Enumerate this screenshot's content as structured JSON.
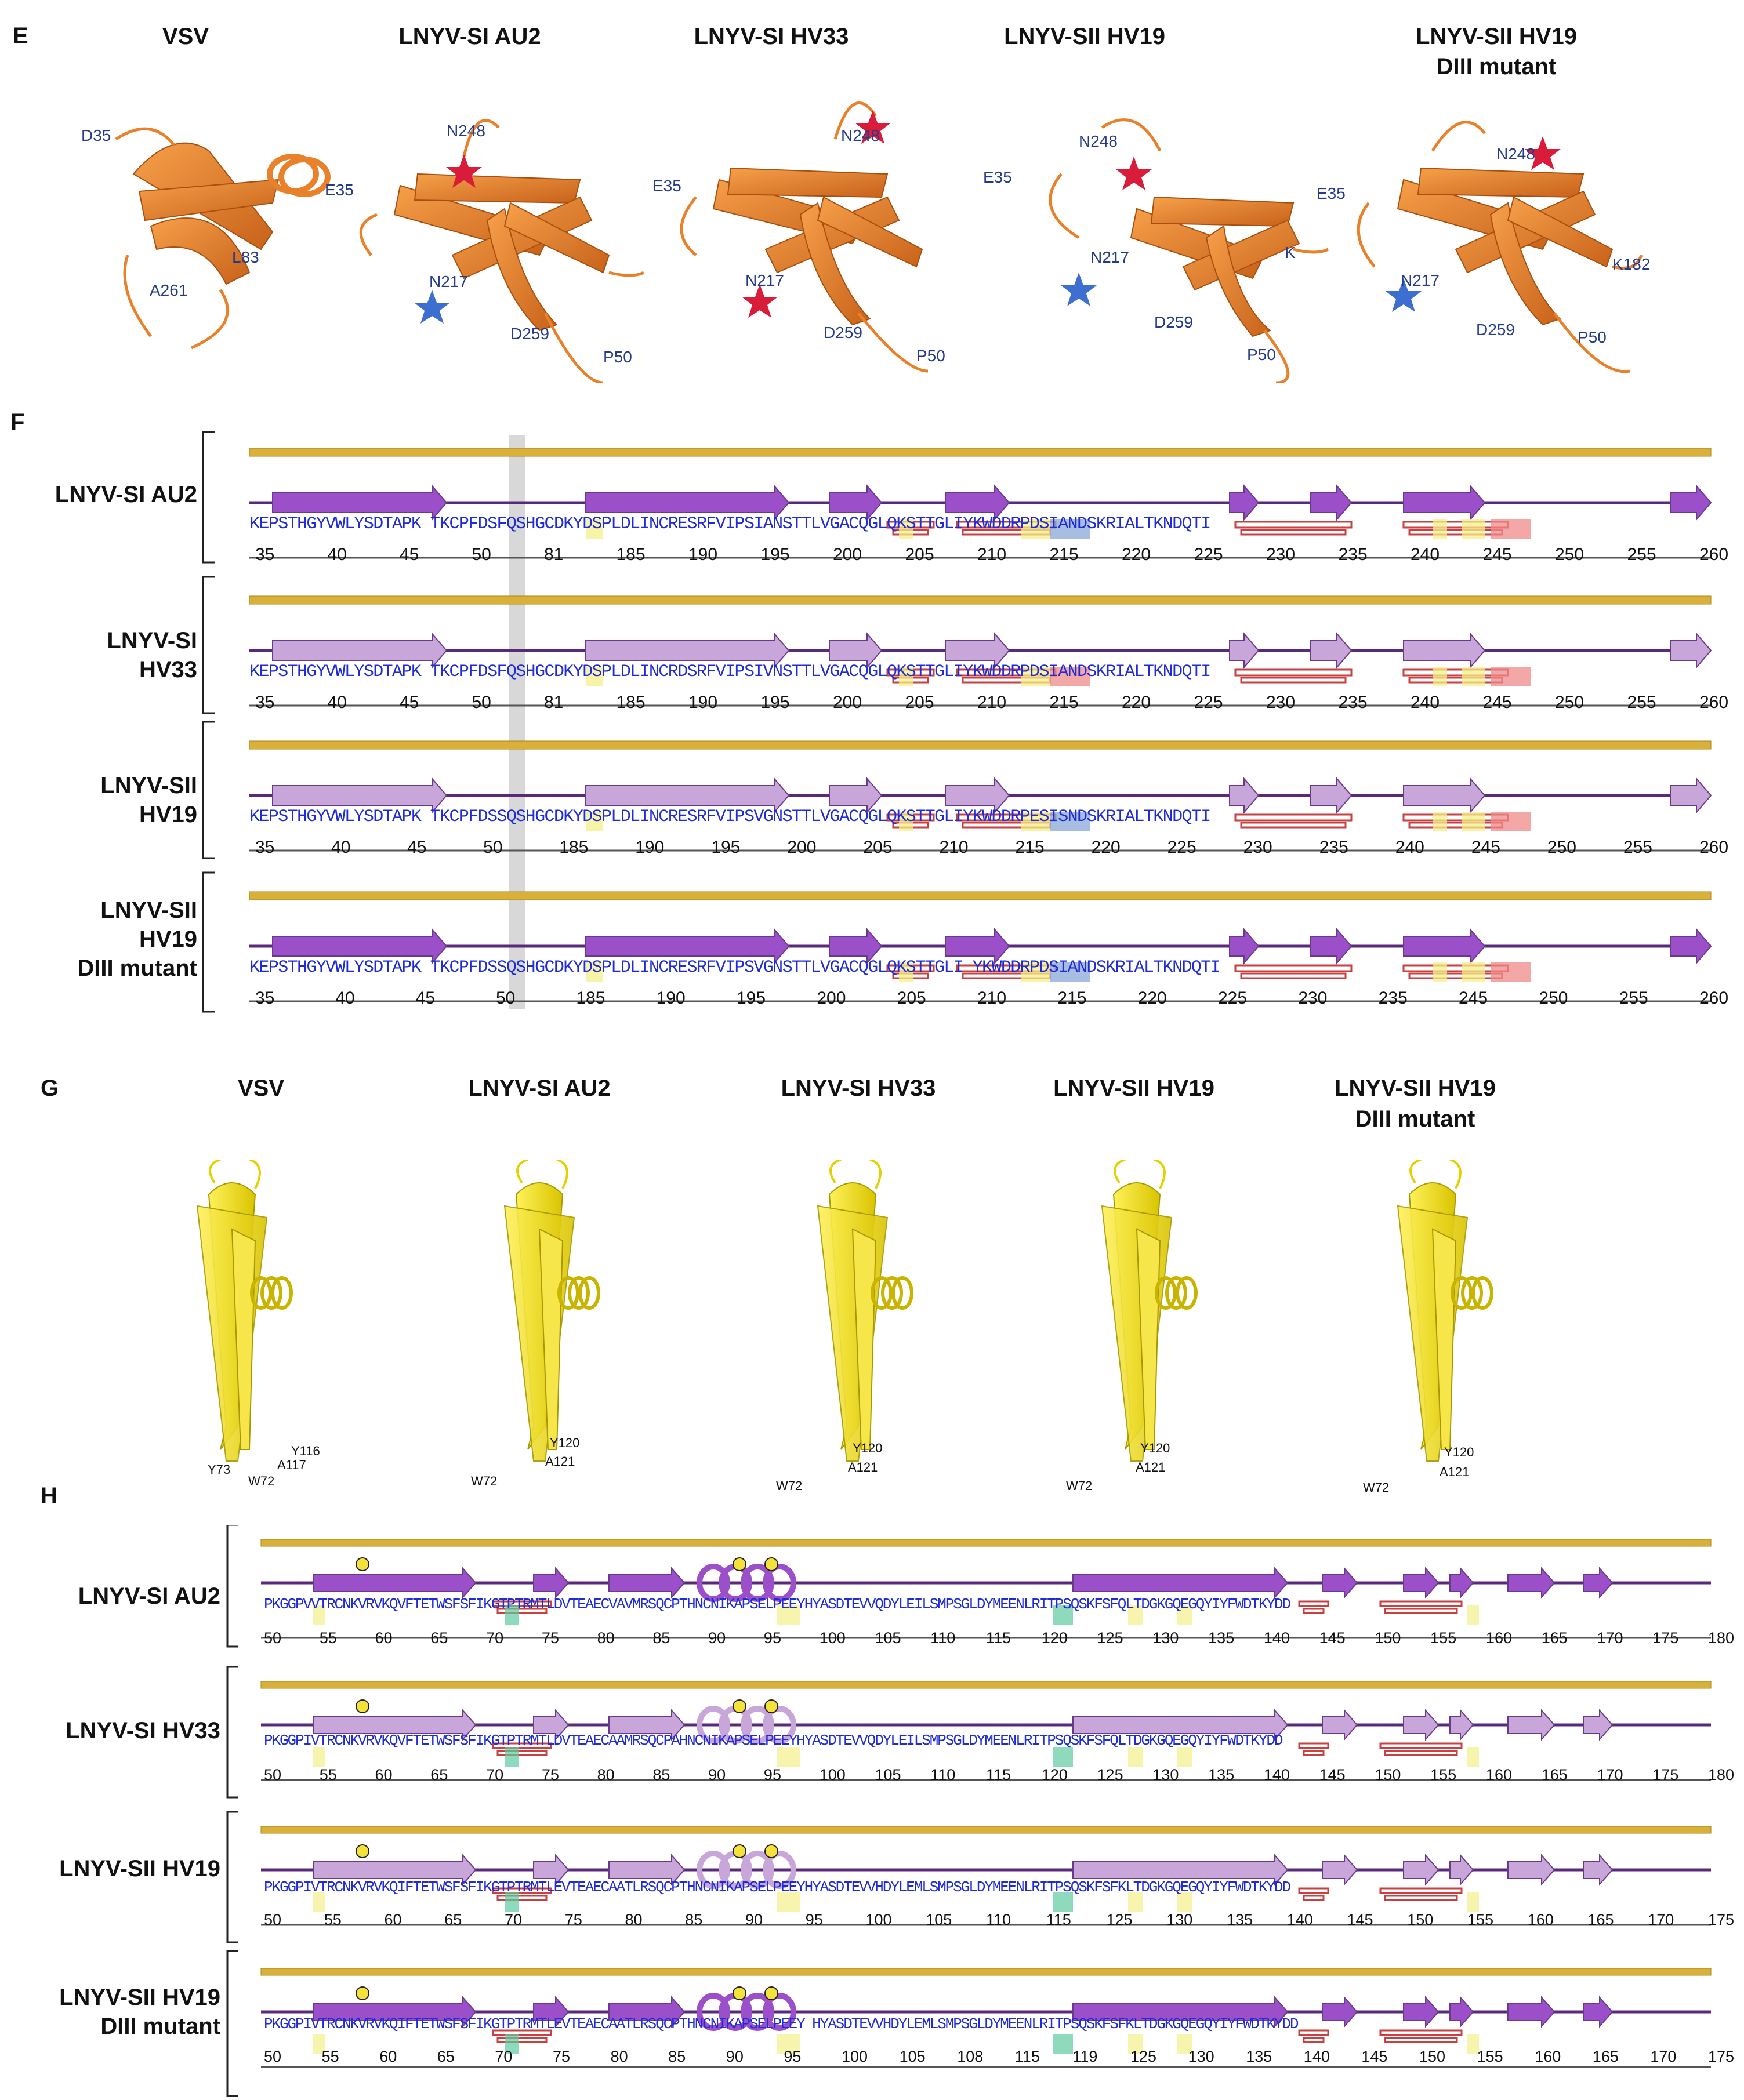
{
  "panels": {
    "E": {
      "letter": "E",
      "titles": [
        "VSV",
        "LNYV-SI AU2",
        "LNYV-SI HV33",
        "LNYV-SII HV19",
        "LNYV-SII HV19",
        "DIII mutant"
      ],
      "labels": {
        "vsv": [
          "D35",
          "L83",
          "A261"
        ],
        "au2": [
          "N248",
          "E35",
          "N217",
          "D259",
          "P50"
        ],
        "hv33": [
          "N248",
          "E35",
          "N217",
          "D259",
          "P50"
        ],
        "hv19": [
          "N248",
          "E35",
          "N217",
          "D259",
          "P50",
          "K"
        ],
        "mut": [
          "N248",
          "E35",
          "K182",
          "N217",
          "D259",
          "P50"
        ]
      }
    },
    "F": {
      "letter": "F",
      "rows": [
        {
          "label": [
            "LNYV-SI AU2"
          ],
          "seq": "KEPSTHGYVWLYSDTAPK TKCPFDSFQSHGCDKYDSPLDLINCRESRFVIPSIANSTTLVGACQGLQKSTTGLIYKWDDRPDSIANDSKRIALTKNDQTI",
          "nums": [
            "35",
            "40",
            "45",
            "50",
            "81",
            "185",
            "190",
            "195",
            "200",
            "205",
            "210",
            "215",
            "220",
            "225",
            "230",
            "235",
            "240",
            "245",
            "250",
            "255",
            "260"
          ]
        },
        {
          "label": [
            "LNYV-SI",
            "HV33"
          ],
          "seq": "KEPSTHGYVWLYSDTAPK TKCPFDSFQSHGCDKYDSPLDLINCRDSRFVIPSIVNSTTLVGACQGLQKSTTGLIYKWDDRPDSIANDSKRIALTKNDQTI",
          "nums": [
            "35",
            "40",
            "45",
            "50",
            "81",
            "185",
            "190",
            "195",
            "200",
            "205",
            "210",
            "215",
            "220",
            "225",
            "230",
            "235",
            "240",
            "245",
            "250",
            "255",
            "260"
          ]
        },
        {
          "label": [
            "LNYV-SII",
            "HV19"
          ],
          "seq": "KEPSTHGYVWLYSDTAPK TKCPFDSSQSHGCDKYDSPLDLINCRESRFVIPSVGNSTTLVGACQGLQKSTTGLIYKWDDRPESISNDSKRIALTKNDQTI",
          "nums": [
            "35",
            "40",
            "45",
            "50",
            "185",
            "190",
            "195",
            "200",
            "205",
            "210",
            "215",
            "220",
            "225",
            "230",
            "235",
            "240",
            "245",
            "250",
            "255",
            "260"
          ]
        },
        {
          "label": [
            "LNYV-SII",
            "HV19",
            "DIII mutant"
          ],
          "seq": "KEPSTHGYVWLYSDTAPK TKCPFDSSQSHGCDKYDSPLDLINCRESRFVIPSVGNSTTLVGACQGLQKSTTGLI YKWDDRPDSIANDSKRIALTKNDQTI",
          "nums": [
            "35",
            "40",
            "45",
            "50",
            "185",
            "190",
            "195",
            "200",
            "205",
            "210",
            "215",
            "220",
            "225",
            "230",
            "235",
            "245",
            "250",
            "255",
            "260"
          ]
        }
      ]
    },
    "G": {
      "letter": "G",
      "titles": [
        "VSV",
        "LNYV-SI AU2",
        "LNYV-SI HV33",
        "LNYV-SII HV19",
        "LNYV-SII HV19",
        "DIII mutant"
      ],
      "labels": {
        "vsv": [
          "Y73",
          "W72",
          "A117",
          "Y116"
        ],
        "others": [
          "W72",
          "Y120",
          "A121"
        ]
      }
    },
    "H": {
      "letter": "H",
      "rows": [
        {
          "label": [
            "LNYV-SI AU2"
          ],
          "seq": "PKGGPVVTRCNKVRVKQVFTETWSFSFIKGTPTRMTLDVTEAECVAVMRSQCPTHNCNIKAPSELPEEYHYASDTEVVQDYLEILSMPSGLDYMEENLRITPSQSKFSFQLTDGKGQEGQYIYFWDTKYDD",
          "nums": [
            "50",
            "55",
            "60",
            "65",
            "70",
            "75",
            "80",
            "85",
            "90",
            "95",
            "100",
            "105",
            "110",
            "115",
            "120",
            "125",
            "130",
            "135",
            "140",
            "145",
            "150",
            "155",
            "160",
            "165",
            "170",
            "175",
            "180"
          ]
        },
        {
          "label": [
            "LNYV-SI HV33"
          ],
          "seq": "PKGGPIVTRCNKVRVKQVFTETWSFSFIKGTPTRMTLDVTEAECAAMRSQCPAHNCNIKAPSELPEEYHYASDTEVVQDYLEILSMPSGLDYMEENLRITPSQSKFSFQLTDGKGQEGQYIYFWDTKYDD",
          "nums": [
            "50",
            "55",
            "60",
            "65",
            "70",
            "75",
            "80",
            "85",
            "90",
            "95",
            "100",
            "105",
            "110",
            "115",
            "120",
            "125",
            "130",
            "135",
            "140",
            "145",
            "150",
            "155",
            "160",
            "165",
            "170",
            "175",
            "180"
          ]
        },
        {
          "label": [
            "LNYV-SII HV19"
          ],
          "seq": "PKGGPIVTRCNKVRVKQIFTETWSFSFIKGTPTRMTLEVTEAECAATLRSQCPTHNCNIKAPSELPEEYHYASDTEVVHDYLEMLSMPSGLDYMEENLRITPSQSKFSFKLTDGKGQEGQYIYFWDTKYDD",
          "nums": [
            "50",
            "55",
            "60",
            "65",
            "70",
            "75",
            "80",
            "85",
            "90",
            "95",
            "100",
            "105",
            "110",
            "115",
            "125",
            "130",
            "135",
            "140",
            "145",
            "150",
            "155",
            "160",
            "165",
            "170",
            "175"
          ]
        },
        {
          "label": [
            "LNYV-SII HV19",
            "DIII mutant"
          ],
          "seq": "PKGGPIVTRCNKVRVKQIFTETWSFSFIKGTPTRMTLEVTEAECAATLRSQCPTHNCNIKAPSELPEEY HYASDTEVVHDYLEMLSMPSGLDYMEENLRITPSQSKFSFKLTDGKGQEGQYIYFWDTKYDD",
          "nums": [
            "50",
            "55",
            "60",
            "65",
            "70",
            "75",
            "80",
            "85",
            "90",
            "95",
            "100",
            "105",
            "108",
            "115",
            "119",
            "125",
            "130",
            "135",
            "140",
            "145",
            "150",
            "155",
            "160",
            "165",
            "170",
            "175"
          ]
        }
      ]
    }
  },
  "colors": {
    "orange": "#e8812a",
    "yellow": "#f2e020",
    "purple_dark": "#9b4fc9",
    "purple_light": "#c9a6d9",
    "gold": "#d9b13a",
    "seq_blue": "#1f2bd6",
    "hl_yellow": "#f4ef8a",
    "hl_blue": "#8aa8d8",
    "hl_red": "#ef8a8a",
    "hl_green": "#5fc9a0"
  }
}
